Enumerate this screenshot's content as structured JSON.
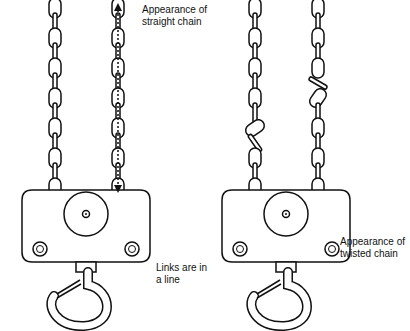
{
  "diagram": {
    "labels": [
      "Appearance of straight chain",
      "Links are in a line",
      "Appearance of twisted chain"
    ]
  }
}
